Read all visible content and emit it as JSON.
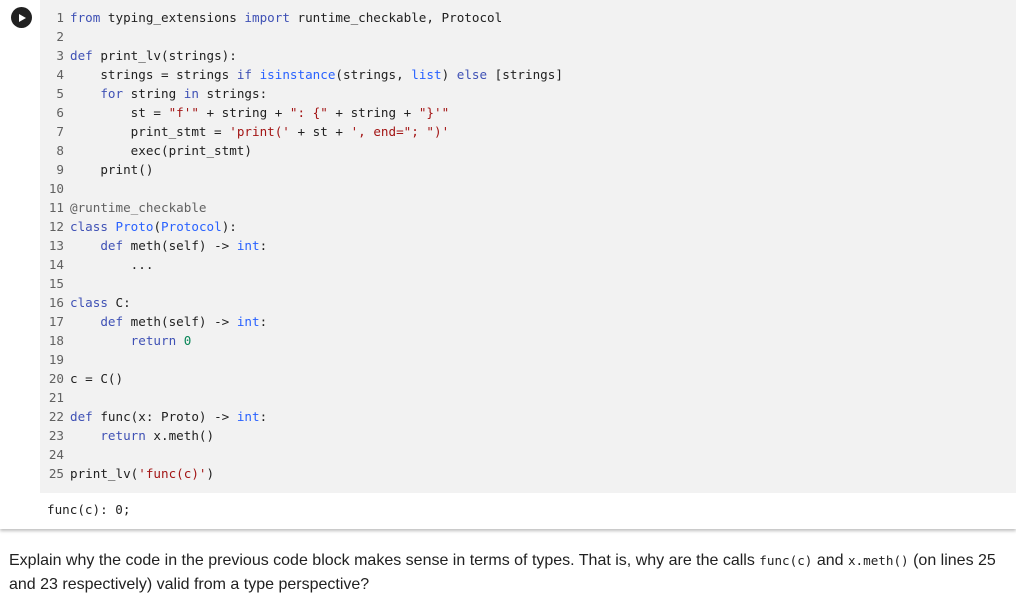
{
  "cell": {
    "run_icon": "play-icon",
    "lines": [
      {
        "n": "1",
        "tokens": [
          [
            "kw",
            "from"
          ],
          [
            "pl",
            " typing_extensions "
          ],
          [
            "kw",
            "import"
          ],
          [
            "pl",
            " runtime_checkable, Protocol"
          ]
        ]
      },
      {
        "n": "2",
        "tokens": []
      },
      {
        "n": "3",
        "tokens": [
          [
            "kw",
            "def"
          ],
          [
            "pl",
            " print_lv(strings):"
          ]
        ]
      },
      {
        "n": "4",
        "tokens": [
          [
            "pl",
            "    strings = strings "
          ],
          [
            "kw",
            "if"
          ],
          [
            "pl",
            " "
          ],
          [
            "bi",
            "isinstance"
          ],
          [
            "pl",
            "(strings, "
          ],
          [
            "bi",
            "list"
          ],
          [
            "pl",
            ") "
          ],
          [
            "kw",
            "else"
          ],
          [
            "pl",
            " [strings]"
          ]
        ]
      },
      {
        "n": "5",
        "tokens": [
          [
            "pl",
            "    "
          ],
          [
            "kw",
            "for"
          ],
          [
            "pl",
            " string "
          ],
          [
            "kw",
            "in"
          ],
          [
            "pl",
            " strings:"
          ]
        ]
      },
      {
        "n": "6",
        "tokens": [
          [
            "pl",
            "        st = "
          ],
          [
            "str",
            "\"f'\""
          ],
          [
            "pl",
            " + string + "
          ],
          [
            "str",
            "\": {\""
          ],
          [
            "pl",
            " + string + "
          ],
          [
            "str",
            "\"}'\""
          ]
        ]
      },
      {
        "n": "7",
        "tokens": [
          [
            "pl",
            "        print_stmt = "
          ],
          [
            "str",
            "'print('"
          ],
          [
            "pl",
            " + st + "
          ],
          [
            "str",
            "', end=\"; \")'"
          ]
        ]
      },
      {
        "n": "8",
        "tokens": [
          [
            "pl",
            "        exec(print_stmt)"
          ]
        ]
      },
      {
        "n": "9",
        "tokens": [
          [
            "pl",
            "    print()"
          ]
        ]
      },
      {
        "n": "10",
        "tokens": []
      },
      {
        "n": "11",
        "tokens": [
          [
            "dec",
            "@runtime_checkable"
          ]
        ]
      },
      {
        "n": "12",
        "tokens": [
          [
            "kw",
            "class"
          ],
          [
            "pl",
            " "
          ],
          [
            "bi",
            "Proto"
          ],
          [
            "pl",
            "("
          ],
          [
            "bi",
            "Protocol"
          ],
          [
            "pl",
            "):"
          ]
        ]
      },
      {
        "n": "13",
        "tokens": [
          [
            "pl",
            "    "
          ],
          [
            "kw",
            "def"
          ],
          [
            "pl",
            " meth(self) -> "
          ],
          [
            "bi",
            "int"
          ],
          [
            "pl",
            ":"
          ]
        ]
      },
      {
        "n": "14",
        "tokens": [
          [
            "pl",
            "        ..."
          ]
        ]
      },
      {
        "n": "15",
        "tokens": []
      },
      {
        "n": "16",
        "tokens": [
          [
            "kw",
            "class"
          ],
          [
            "pl",
            " C:"
          ]
        ]
      },
      {
        "n": "17",
        "tokens": [
          [
            "pl",
            "    "
          ],
          [
            "kw",
            "def"
          ],
          [
            "pl",
            " meth(self) -> "
          ],
          [
            "bi",
            "int"
          ],
          [
            "pl",
            ":"
          ]
        ]
      },
      {
        "n": "18",
        "tokens": [
          [
            "pl",
            "        "
          ],
          [
            "kw",
            "return"
          ],
          [
            "pl",
            " "
          ],
          [
            "num",
            "0"
          ]
        ]
      },
      {
        "n": "19",
        "tokens": []
      },
      {
        "n": "20",
        "tokens": [
          [
            "pl",
            "c = C()"
          ]
        ]
      },
      {
        "n": "21",
        "tokens": []
      },
      {
        "n": "22",
        "tokens": [
          [
            "kw",
            "def"
          ],
          [
            "pl",
            " func(x: Proto) -> "
          ],
          [
            "bi",
            "int"
          ],
          [
            "pl",
            ":"
          ]
        ]
      },
      {
        "n": "23",
        "tokens": [
          [
            "pl",
            "    "
          ],
          [
            "kw",
            "return"
          ],
          [
            "pl",
            " x.meth()"
          ]
        ]
      },
      {
        "n": "24",
        "tokens": []
      },
      {
        "n": "25",
        "tokens": [
          [
            "pl",
            "print_lv("
          ],
          [
            "str",
            "'func(c)'"
          ],
          [
            "pl",
            ")"
          ]
        ]
      }
    ],
    "output": "func(c): 0;"
  },
  "question": {
    "part1": "Explain why the code in the previous code block makes sense in terms of types. That is, why are the calls ",
    "code1": "func(c)",
    "part2": " and ",
    "code2": "x.meth()",
    "part3": " (on lines 25 and 23 respectively) valid from a type perspective?"
  },
  "colors": {
    "keyword": "#3f51b5",
    "builtin": "#2962ff",
    "string": "#a31515",
    "number": "#098658",
    "code_bg": "#f2f2f2"
  }
}
